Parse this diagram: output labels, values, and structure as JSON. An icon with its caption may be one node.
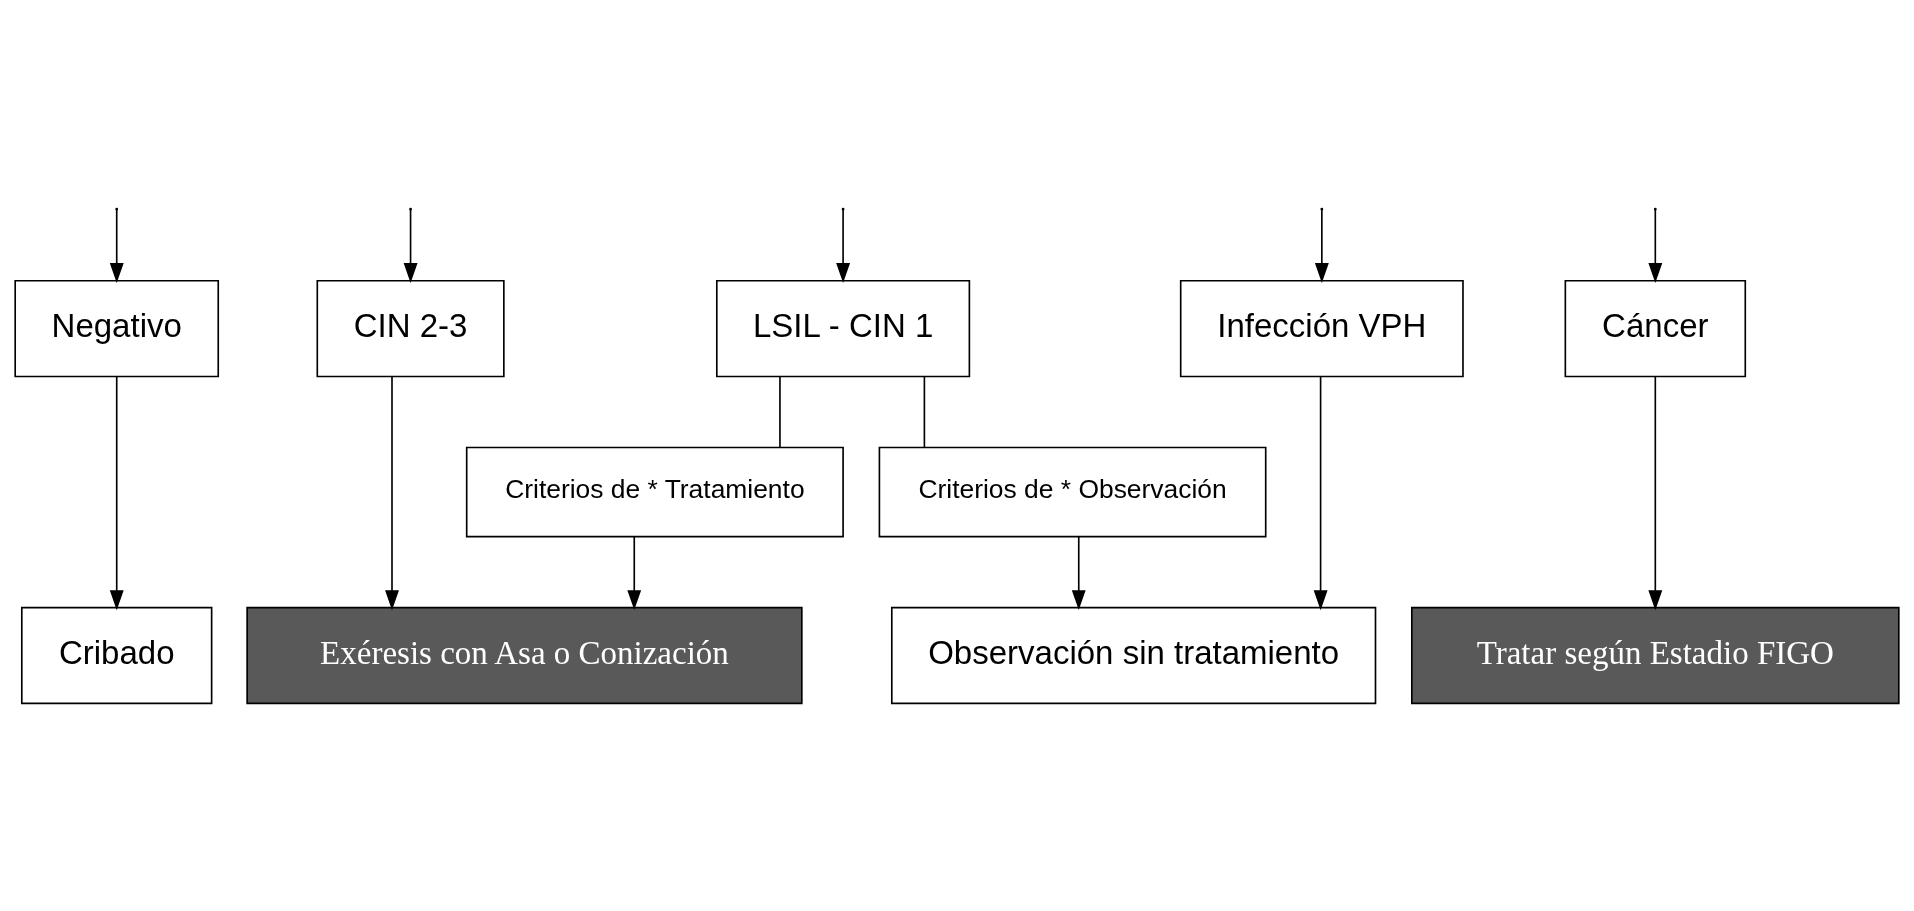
{
  "diagram": {
    "nodes": [
      {
        "text": [
          "Negativo"
        ]
      },
      {
        "text": [
          "Infección VPH"
        ]
      },
      {
        "text": [
          "LSIL - CIN 1"
        ]
      },
      {
        "text": [
          "CIN 2-3"
        ]
      },
      {
        "text": [
          "Cáncer"
        ]
      },
      {
        "text": [
          "Criterios de * Observación"
        ]
      },
      {
        "text": [
          "Criterios de * Tratamiento"
        ]
      },
      {
        "text": [
          "Cribado"
        ]
      },
      {
        "text": [
          "Observación sin tratamiento"
        ]
      },
      {
        "text": [
          "Exéresis con Asa o Conización"
        ]
      },
      {
        "text": [
          "Tratar según Estadio FIGO"
        ]
      }
    ],
    "edges": [
      {
        "from": null,
        "to": 0,
        "arrow": "to"
      },
      {
        "from": null,
        "to": 1,
        "arrow": "to"
      },
      {
        "from": null,
        "to": 2,
        "arrow": "to"
      },
      {
        "from": null,
        "to": 3,
        "arrow": "to"
      },
      {
        "from": null,
        "to": 4,
        "arrow": "to"
      },
      {
        "from": 2,
        "to": 5,
        "arrow": "none"
      },
      {
        "from": 2,
        "to": 6,
        "arrow": "none"
      },
      {
        "from": 0,
        "to": 7,
        "arrow": "to"
      },
      {
        "from": 1,
        "to": 8,
        "arrow": "to"
      },
      {
        "from": 5,
        "to": 8,
        "arrow": "to"
      },
      {
        "from": 6,
        "to": 9,
        "arrow": "to"
      },
      {
        "from": 3,
        "to": 9,
        "arrow": "to"
      },
      {
        "from": 4,
        "to": 10,
        "arrow": "to"
      }
    ]
  }
}
